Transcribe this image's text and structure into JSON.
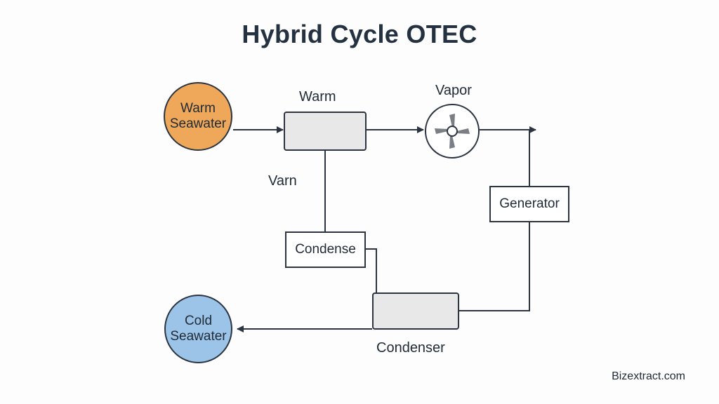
{
  "title": "Hybrid Cycle OTEC",
  "nodes": {
    "warm_seawater": "Warm\nSeawater",
    "cold_seawater": "Cold\nSeawater",
    "evaporator_label": "Warm",
    "turbine_label": "Vapor",
    "generator": "Generator",
    "condense": "Condense",
    "condenser_label": "Condenser",
    "side_label": "Varn"
  },
  "colors": {
    "warm": "#efa85a",
    "cold": "#9cc4e8",
    "line": "#2b3440",
    "box_fill": "#e8e8e8"
  },
  "icons": [
    "turbine-icon"
  ],
  "watermark": "Bizextract.com"
}
